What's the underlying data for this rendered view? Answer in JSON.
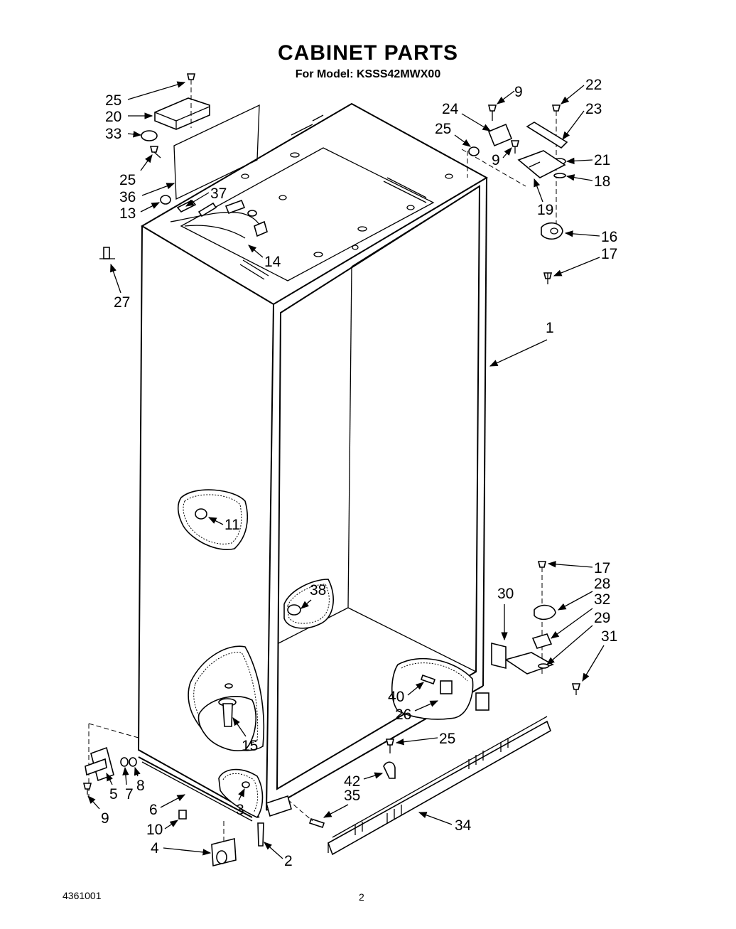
{
  "header": {
    "title": "CABINET PARTS",
    "subtitle": "For Model: KSSS42MWX00"
  },
  "footer": {
    "doc_number": "4361001",
    "page_number": "2"
  },
  "callouts": [
    "1",
    "2",
    "3",
    "4",
    "5",
    "6",
    "7",
    "8",
    "9",
    "9",
    "9",
    "10",
    "11",
    "13",
    "14",
    "15",
    "16",
    "17",
    "17",
    "18",
    "19",
    "20",
    "21",
    "22",
    "23",
    "24",
    "25",
    "25",
    "25",
    "25",
    "26",
    "27",
    "28",
    "29",
    "30",
    "31",
    "32",
    "33",
    "34",
    "35",
    "36",
    "37",
    "38",
    "40",
    "42"
  ]
}
